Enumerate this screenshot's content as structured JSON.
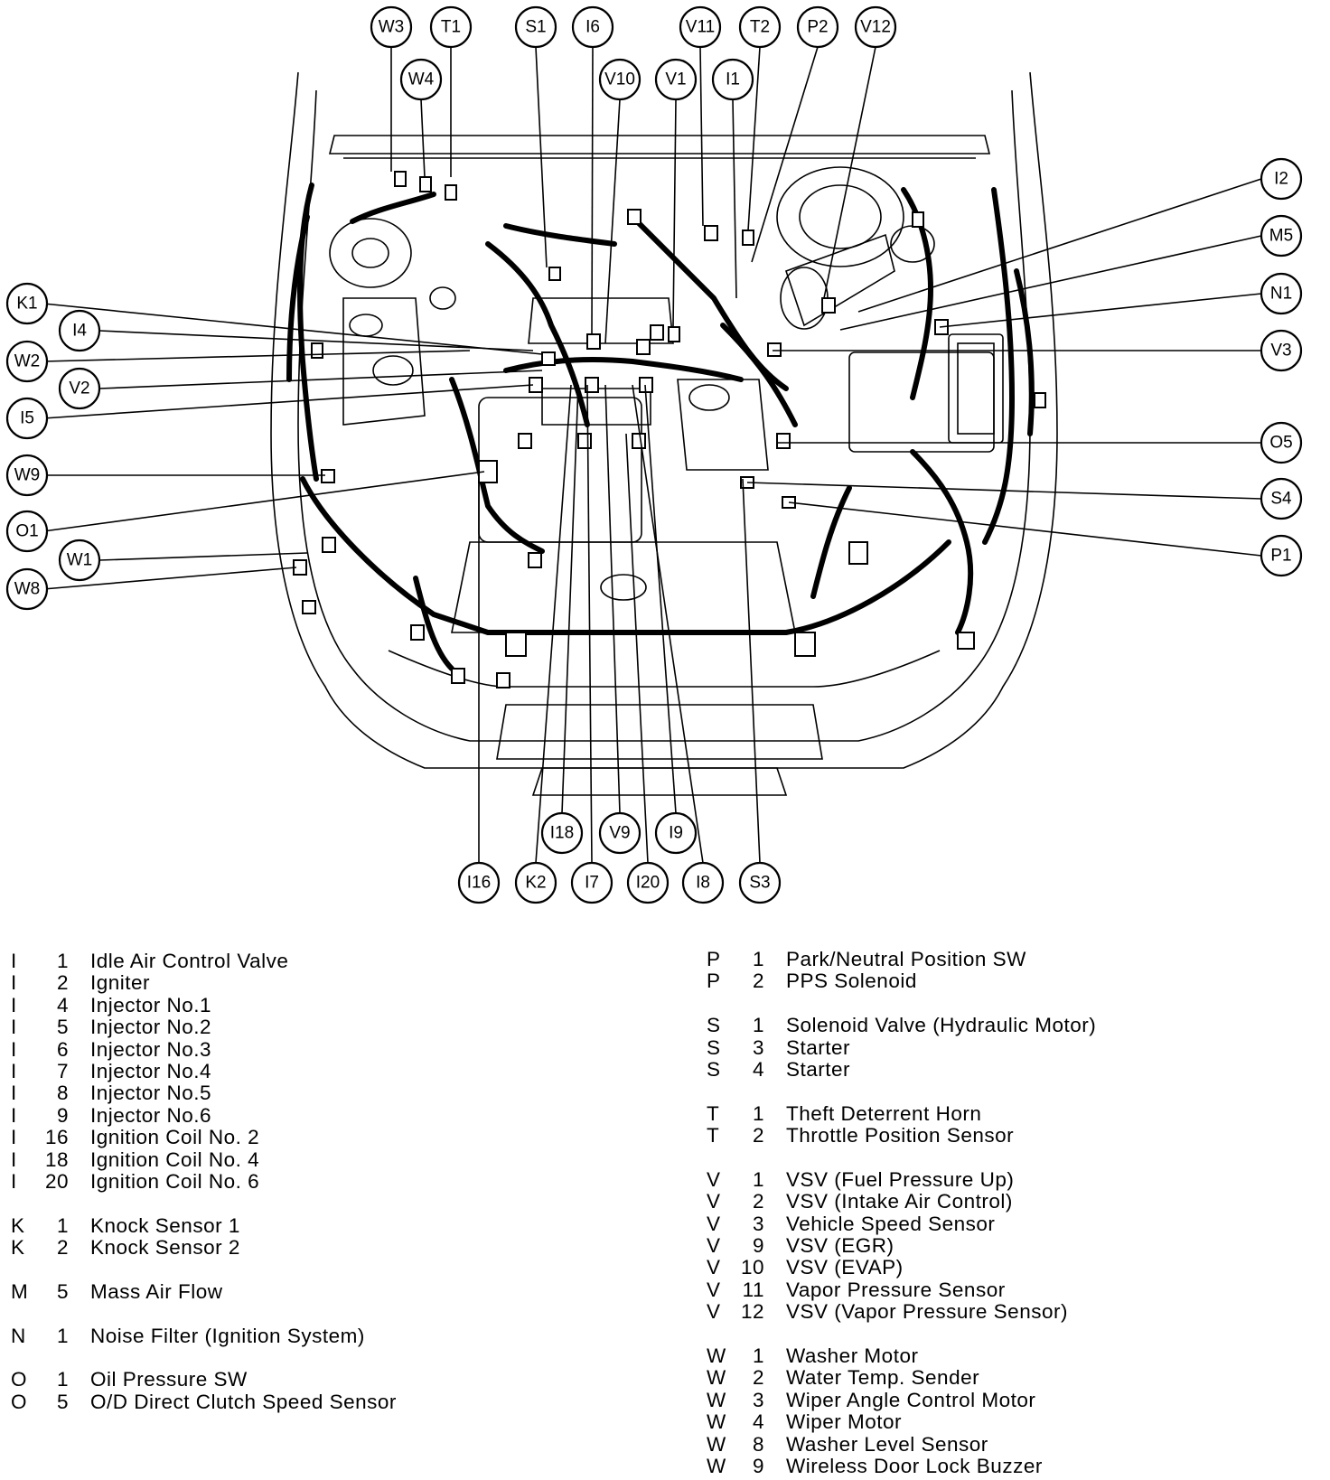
{
  "callouts": [
    {
      "id": "W3",
      "label": "W3"
    },
    {
      "id": "T1",
      "label": "T1"
    },
    {
      "id": "S1",
      "label": "S1"
    },
    {
      "id": "I6",
      "label": "I6"
    },
    {
      "id": "V11",
      "label": "V11"
    },
    {
      "id": "T2",
      "label": "T2"
    },
    {
      "id": "P2",
      "label": "P2"
    },
    {
      "id": "V12",
      "label": "V12"
    },
    {
      "id": "W4",
      "label": "W4"
    },
    {
      "id": "V10",
      "label": "V10"
    },
    {
      "id": "V1",
      "label": "V1"
    },
    {
      "id": "I1",
      "label": "I1"
    },
    {
      "id": "I2",
      "label": "I2"
    },
    {
      "id": "M5",
      "label": "M5"
    },
    {
      "id": "N1",
      "label": "N1"
    },
    {
      "id": "V3",
      "label": "V3"
    },
    {
      "id": "O5",
      "label": "O5"
    },
    {
      "id": "S4",
      "label": "S4"
    },
    {
      "id": "P1",
      "label": "P1"
    },
    {
      "id": "K1",
      "label": "K1"
    },
    {
      "id": "I4",
      "label": "I4"
    },
    {
      "id": "W2",
      "label": "W2"
    },
    {
      "id": "V2",
      "label": "V2"
    },
    {
      "id": "I5",
      "label": "I5"
    },
    {
      "id": "W9",
      "label": "W9"
    },
    {
      "id": "O1",
      "label": "O1"
    },
    {
      "id": "W1",
      "label": "W1"
    },
    {
      "id": "W8",
      "label": "W8"
    },
    {
      "id": "I18",
      "label": "I18"
    },
    {
      "id": "V9",
      "label": "V9"
    },
    {
      "id": "I9",
      "label": "I9"
    },
    {
      "id": "I16",
      "label": "I16"
    },
    {
      "id": "K2",
      "label": "K2"
    },
    {
      "id": "I7",
      "label": "I7"
    },
    {
      "id": "I20",
      "label": "I20"
    },
    {
      "id": "I8",
      "label": "I8"
    },
    {
      "id": "S3",
      "label": "S3"
    }
  ],
  "legend_left": [
    {
      "letter": "I",
      "number": "1",
      "name": "Idle Air Control Valve"
    },
    {
      "letter": "I",
      "number": "2",
      "name": "Igniter"
    },
    {
      "letter": "I",
      "number": "4",
      "name": "Injector No.1"
    },
    {
      "letter": "I",
      "number": "5",
      "name": "Injector No.2"
    },
    {
      "letter": "I",
      "number": "6",
      "name": "Injector No.3"
    },
    {
      "letter": "I",
      "number": "7",
      "name": "Injector No.4"
    },
    {
      "letter": "I",
      "number": "8",
      "name": "Injector No.5"
    },
    {
      "letter": "I",
      "number": "9",
      "name": "Injector No.6"
    },
    {
      "letter": "I",
      "number": "16",
      "name": "Ignition Coil No. 2"
    },
    {
      "letter": "I",
      "number": "18",
      "name": "Ignition Coil No. 4"
    },
    {
      "letter": "I",
      "number": "20",
      "name": "Ignition Coil No. 6"
    },
    {
      "gap": true
    },
    {
      "letter": "K",
      "number": "1",
      "name": "Knock Sensor 1"
    },
    {
      "letter": "K",
      "number": "2",
      "name": "Knock Sensor 2"
    },
    {
      "gap": true
    },
    {
      "letter": "M",
      "number": "5",
      "name": "Mass Air Flow"
    },
    {
      "gap": true
    },
    {
      "letter": "N",
      "number": "1",
      "name": "Noise Filter (Ignition System)"
    },
    {
      "gap": true
    },
    {
      "letter": "O",
      "number": "1",
      "name": "Oil Pressure SW"
    },
    {
      "letter": "O",
      "number": "5",
      "name": "O/D Direct Clutch Speed Sensor"
    }
  ],
  "legend_right": [
    {
      "letter": "P",
      "number": "1",
      "name": "Park/Neutral Position SW"
    },
    {
      "letter": "P",
      "number": "2",
      "name": "PPS Solenoid"
    },
    {
      "gap": true
    },
    {
      "letter": "S",
      "number": "1",
      "name": "Solenoid Valve (Hydraulic Motor)"
    },
    {
      "letter": "S",
      "number": "3",
      "name": "Starter"
    },
    {
      "letter": "S",
      "number": "4",
      "name": "Starter"
    },
    {
      "gap": true
    },
    {
      "letter": "T",
      "number": "1",
      "name": "Theft Deterrent Horn"
    },
    {
      "letter": "T",
      "number": "2",
      "name": "Throttle Position Sensor"
    },
    {
      "gap": true
    },
    {
      "letter": "V",
      "number": "1",
      "name": "VSV (Fuel Pressure Up)"
    },
    {
      "letter": "V",
      "number": "2",
      "name": "VSV (Intake Air Control)"
    },
    {
      "letter": "V",
      "number": "3",
      "name": "Vehicle Speed Sensor"
    },
    {
      "letter": "V",
      "number": "9",
      "name": "VSV (EGR)"
    },
    {
      "letter": "V",
      "number": "10",
      "name": "VSV (EVAP)"
    },
    {
      "letter": "V",
      "number": "11",
      "name": "Vapor Pressure Sensor"
    },
    {
      "letter": "V",
      "number": "12",
      "name": "VSV (Vapor Pressure Sensor)"
    },
    {
      "gap": true
    },
    {
      "letter": "W",
      "number": "1",
      "name": "Washer Motor"
    },
    {
      "letter": "W",
      "number": "2",
      "name": "Water Temp. Sender"
    },
    {
      "letter": "W",
      "number": "3",
      "name": "Wiper Angle Control Motor"
    },
    {
      "letter": "W",
      "number": "4",
      "name": "Wiper Motor"
    },
    {
      "letter": "W",
      "number": "8",
      "name": "Washer Level Sensor"
    },
    {
      "letter": "W",
      "number": "9",
      "name": "Wireless Door Lock Buzzer"
    }
  ]
}
